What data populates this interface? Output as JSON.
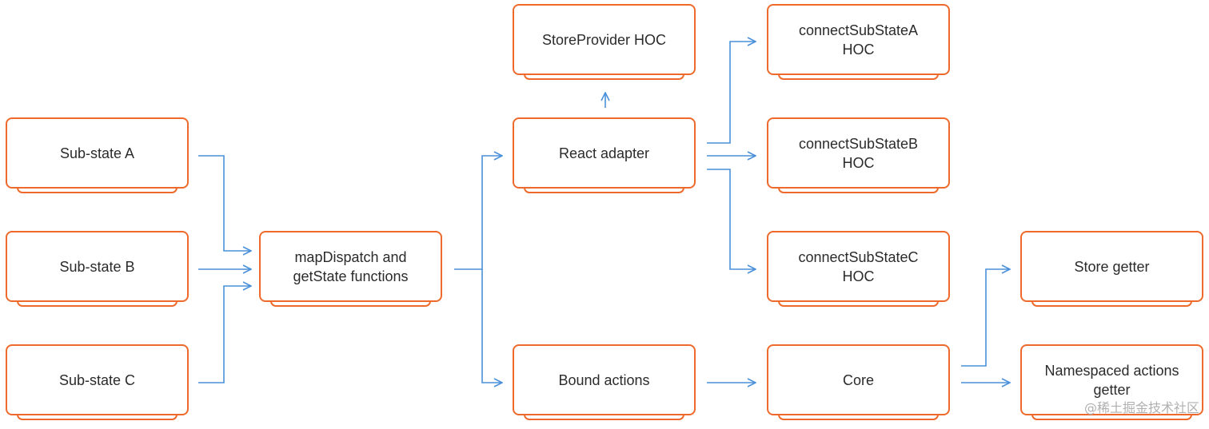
{
  "colors": {
    "node_border": "#ee6a2c",
    "connector": "#4a90d9",
    "text": "#2b2b2b",
    "watermark": "#b0b0b0"
  },
  "nodes": {
    "sub_state_a": "Sub-state A",
    "sub_state_b": "Sub-state B",
    "sub_state_c": "Sub-state C",
    "map_dispatch": "mapDispatch and\ngetState functions",
    "store_provider": "StoreProvider HOC",
    "react_adapter": "React adapter",
    "bound_actions": "Bound actions",
    "connect_a": "connectSubStateA\nHOC",
    "connect_b": "connectSubStateB\nHOC",
    "connect_c": "connectSubStateC\nHOC",
    "core": "Core",
    "store_getter": "Store getter",
    "namespaced_getter": "Namespaced actions\ngetter"
  },
  "watermark": "@稀土掘金技术社区"
}
